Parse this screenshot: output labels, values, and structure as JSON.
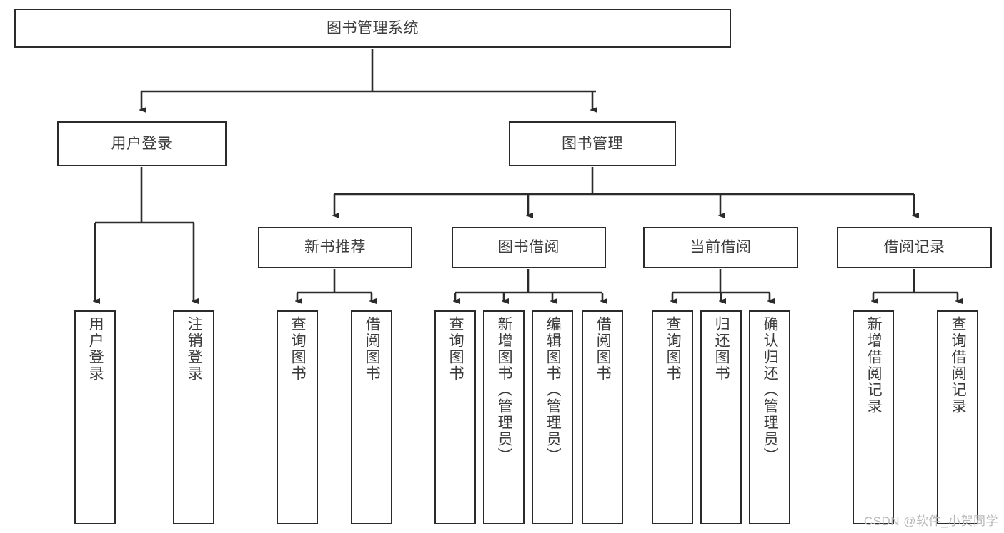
{
  "diagram": {
    "title": "图书管理系统",
    "root": {
      "label": "图书管理系统"
    },
    "level2": [
      {
        "label": "用户登录"
      },
      {
        "label": "图书管理"
      }
    ],
    "level3": [
      {
        "label": "新书推荐"
      },
      {
        "label": "图书借阅"
      },
      {
        "label": "当前借阅"
      },
      {
        "label": "借阅记录"
      }
    ],
    "leaves": {
      "user_login": [
        {
          "label": "用户登录"
        },
        {
          "label": "注销登录"
        }
      ],
      "new_book_recommend": [
        {
          "label": "查询图书"
        },
        {
          "label": "借阅图书"
        }
      ],
      "book_borrow": [
        {
          "label": "查询图书"
        },
        {
          "label": "新增图书（管理员）"
        },
        {
          "label": "编辑图书（管理员）"
        },
        {
          "label": "借阅图书"
        }
      ],
      "current_borrow": [
        {
          "label": "查询图书"
        },
        {
          "label": "归还图书"
        },
        {
          "label": "确认归还（管理员）"
        }
      ],
      "borrow_record": [
        {
          "label": "新增借阅记录"
        },
        {
          "label": "查询借阅记录"
        }
      ]
    },
    "watermark": "CSDN @软件_小贺同学",
    "colors": {
      "border": "#2b2b2b",
      "text": "#3c3c3c",
      "background": "#ffffff",
      "watermark": "#b9b9b9"
    }
  }
}
